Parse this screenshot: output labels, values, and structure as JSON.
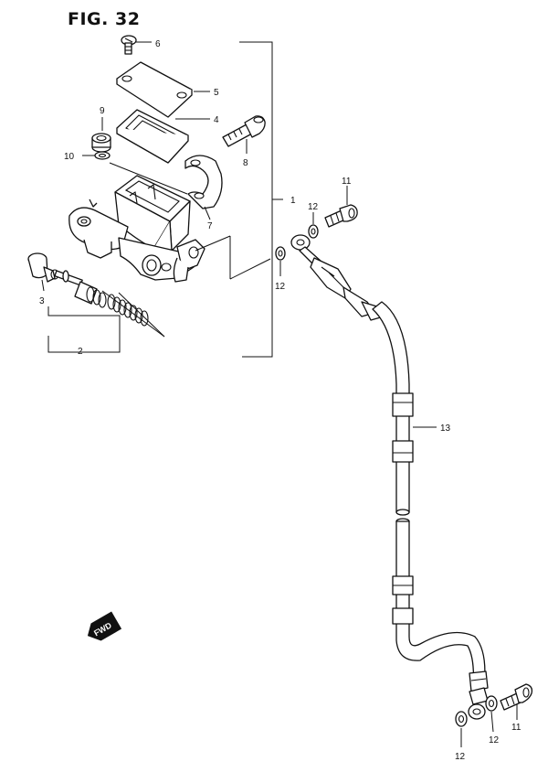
{
  "figure": {
    "title": "FIG. 32"
  },
  "callouts": {
    "c1": "1",
    "c2": "2",
    "c3": "3",
    "c4": "4",
    "c5": "5",
    "c6": "6",
    "c7": "7",
    "c8": "8",
    "c9": "9",
    "c10": "10",
    "c11a": "11",
    "c11b": "11",
    "c12a": "12",
    "c12b": "12",
    "c12c": "12",
    "c12d": "12",
    "c13": "13"
  },
  "fwd_label": "FWD"
}
